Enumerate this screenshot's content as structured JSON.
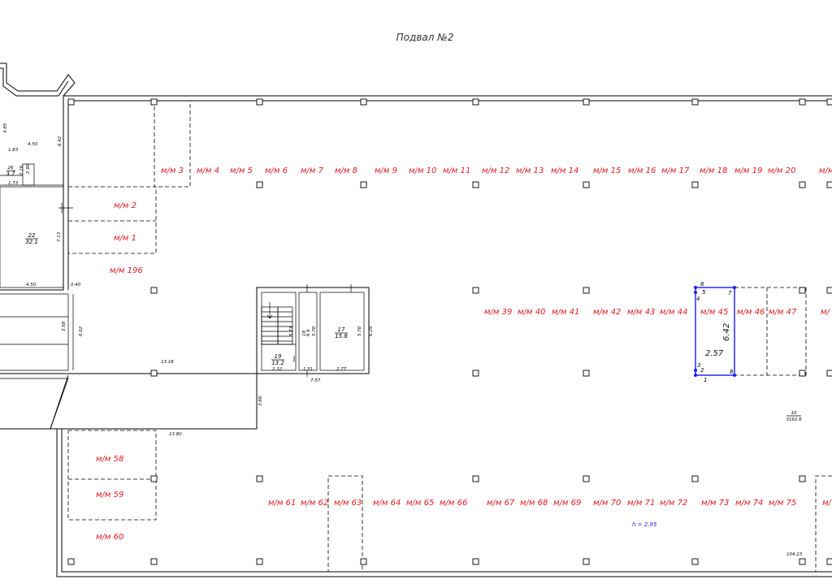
{
  "title": "Подвал №2",
  "parking_spaces": {
    "row1": [
      "м/м 3",
      "м/м 4",
      "м/м 5",
      "м/м 6",
      "м/м 7",
      "м/м 8",
      "м/м 9",
      "м/м 10",
      "м/м 11",
      "м/м 12",
      "м/м 13",
      "м/м 14",
      "м/м 15",
      "м/м 16",
      "м/м 17",
      "м/м 18",
      "м/м 19",
      "м/м 20"
    ],
    "left": [
      "м/м 2",
      "м/м 1",
      "м/м 196"
    ],
    "row2": [
      "м/м 39",
      "м/м 40",
      "м/м 41",
      "м/м 42",
      "м/м 43",
      "м/м 44",
      "м/м 45",
      "м/м 46",
      "м/м 47"
    ],
    "bottom_left": [
      "м/м 58",
      "м/м 59",
      "м/м 60"
    ],
    "row3": [
      "м/м 61",
      "м/м 62",
      "м/м 63",
      "м/м 64",
      "м/м 65",
      "м/м 66",
      "м/м 67",
      "м/м 68",
      "м/м 69",
      "м/м 70",
      "м/м 71",
      "м/м 72",
      "м/м 73",
      "м/м 74",
      "м/м 75"
    ]
  },
  "rooms": {
    "room22_num": "22",
    "room22_area": "32.1",
    "room26_num": "26",
    "room26_area": "3.7",
    "room19_num": "19",
    "room19_area": "13.2",
    "room18_num": "18",
    "room18_area": "6.6",
    "room17_num": "17",
    "room17_area": "15.8",
    "room10_num": "10",
    "room10_area": "3162.6"
  },
  "dimensions": {
    "d485": "4.85",
    "d183": "1.83",
    "d450a": "4.50",
    "d642a": "6.42",
    "d173": "1.73",
    "d290": "2.90",
    "d216": "2.16",
    "d713": "7.13",
    "d450b": "4.50",
    "d040": "0.40",
    "d358": "3.58",
    "d602": "6.02",
    "d1316": "13.16",
    "d573": "5.73",
    "d570a": "5.70",
    "d570b": "5.70",
    "d629": "6.29",
    "d232": "2.32",
    "d151": "1.51",
    "d277": "2.77",
    "d757": "7.57",
    "d380": "3.80",
    "d1380": "13.80",
    "d10423": "104.23"
  },
  "highlight": {
    "width": "2.57",
    "height": "6.42",
    "pts": [
      "1",
      "2",
      "3",
      "4",
      "5",
      "6",
      "7",
      "8"
    ]
  },
  "ceiling_height": "h = 2.95",
  "colors": {
    "parking_label": "#e0191f",
    "highlight": "#1a1aff",
    "wall": "#000000"
  }
}
